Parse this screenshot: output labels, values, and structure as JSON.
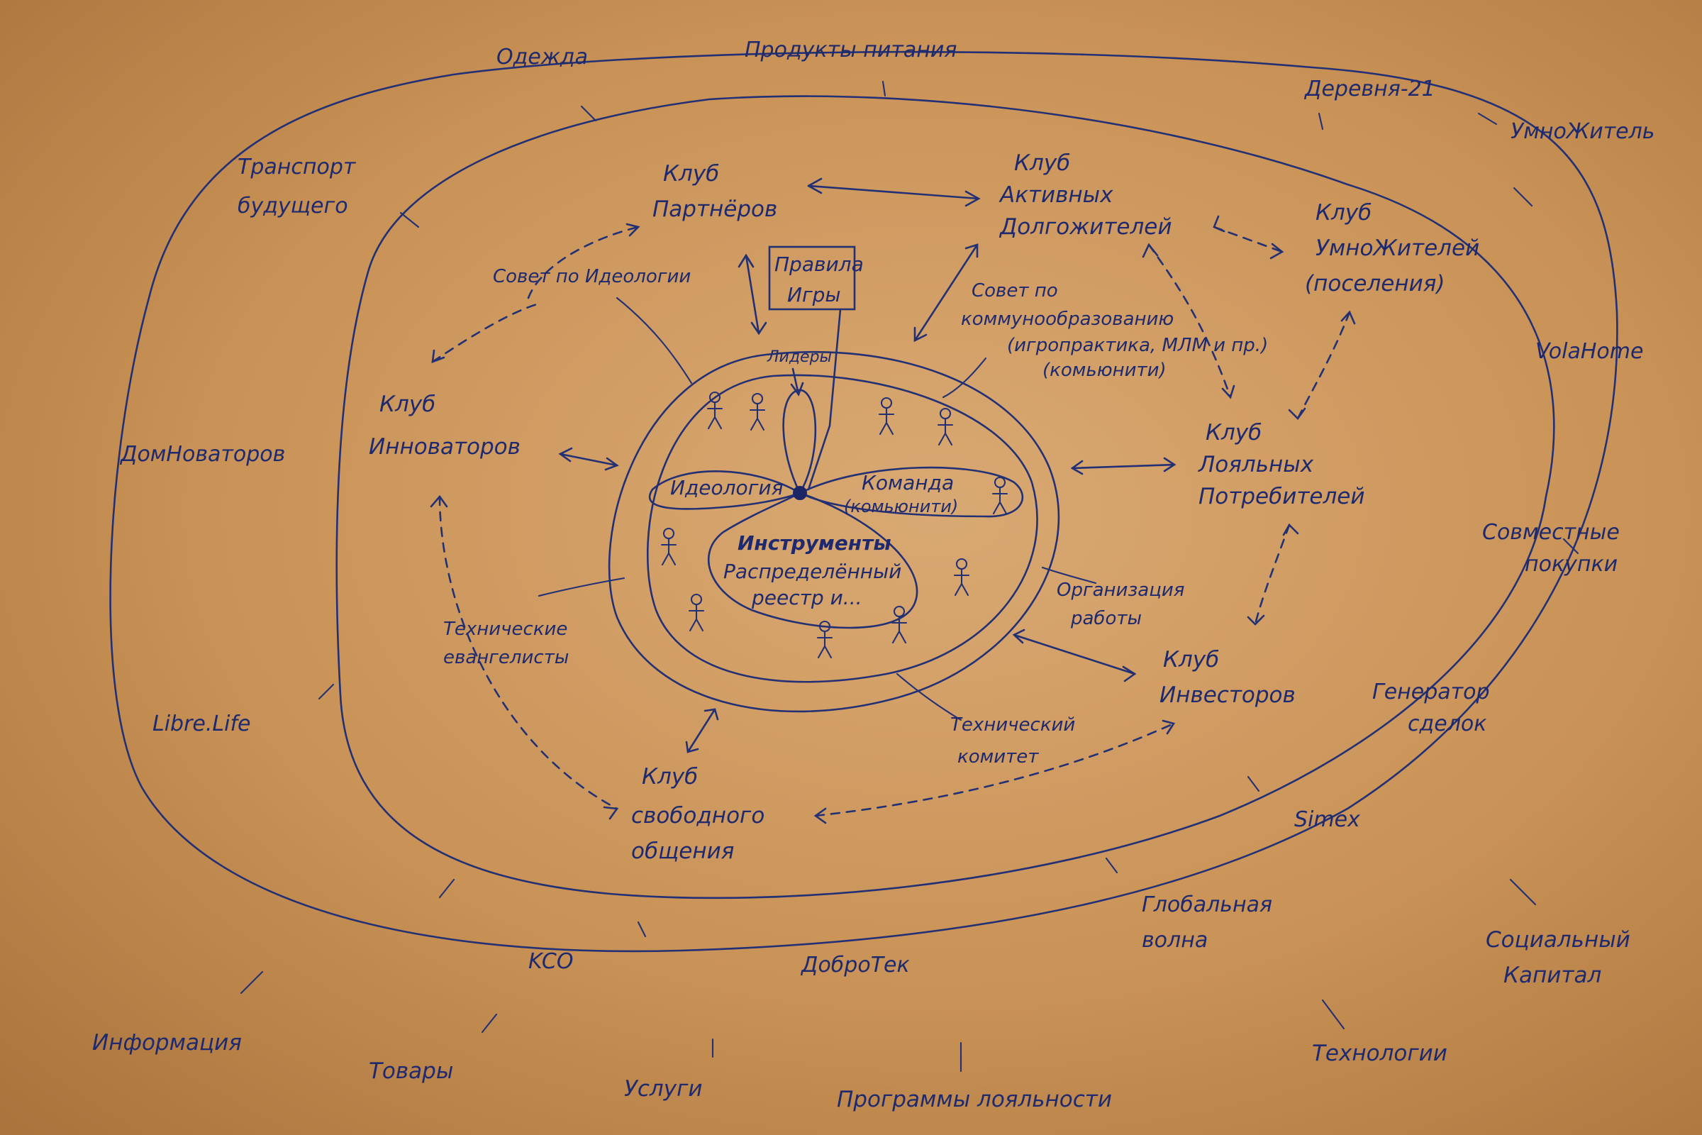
{
  "outer_ring": [
    "Одежда",
    "Продукты питания",
    "Деревня-21",
    "УмноЖитель",
    "VolaHome",
    "Совместные покупки",
    "Генератор сделок",
    "Simex",
    "Глобальная волна",
    "ДоброТек",
    "KCO",
    "Libre.Life",
    "ДомНоваторов",
    "Транспорт будущего"
  ],
  "outside": [
    "Информация",
    "Товары",
    "Услуги",
    "Программы лояльности",
    "Технологии",
    "Социальный Капитал"
  ],
  "clubs": [
    "Клуб Партнёров",
    "Клуб Активных Долгожителей",
    "Клуб УмноЖителей (поселения)",
    "Клуб Инноваторов",
    "Клуб Лояльных Потребителей",
    "Клуб Инвесторов",
    "Клуб свободного общения"
  ],
  "councils": [
    "Совет по Идеологии",
    "Совет по коммунообразованию (игропрактика, МЛМ и пр.) (комьюнити)",
    "Организация работы",
    "Технический комитет",
    "Технические евангелисты"
  ],
  "core": {
    "rules": "Правила Игры",
    "leader": "Лидеры",
    "ideology": "Идеология",
    "team": "Команда (комьюнити)",
    "tools": "Инструменты",
    "registry": "Распределённый реестр и..."
  },
  "colors": {
    "paper": "#d2a066",
    "ink": "#233074"
  }
}
